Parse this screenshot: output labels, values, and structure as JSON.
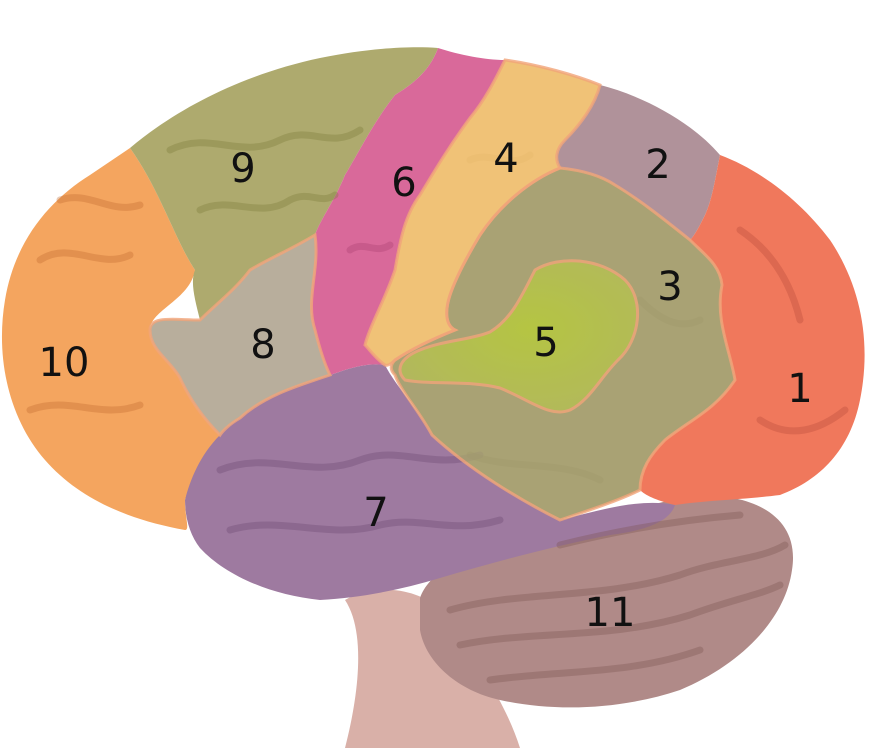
{
  "diagram": {
    "regions": [
      {
        "id": 1,
        "label": "1",
        "color": "#f0785c"
      },
      {
        "id": 2,
        "label": "2",
        "color": "#b0929a"
      },
      {
        "id": 3,
        "label": "3",
        "color": "#a9a274"
      },
      {
        "id": 4,
        "label": "4",
        "color": "#f0c277"
      },
      {
        "id": 5,
        "label": "5",
        "color": "#b4bd58"
      },
      {
        "id": 6,
        "label": "6",
        "color": "#d9699a"
      },
      {
        "id": 7,
        "label": "7",
        "color": "#9e7aa0"
      },
      {
        "id": 8,
        "label": "8",
        "color": "#b8ae9c"
      },
      {
        "id": 9,
        "label": "9",
        "color": "#aeaa6e"
      },
      {
        "id": 10,
        "label": "10",
        "color": "#f4a55f"
      },
      {
        "id": 11,
        "label": "11",
        "color": "#b08a88"
      }
    ],
    "brainstem_color": "#d9b0a8"
  }
}
